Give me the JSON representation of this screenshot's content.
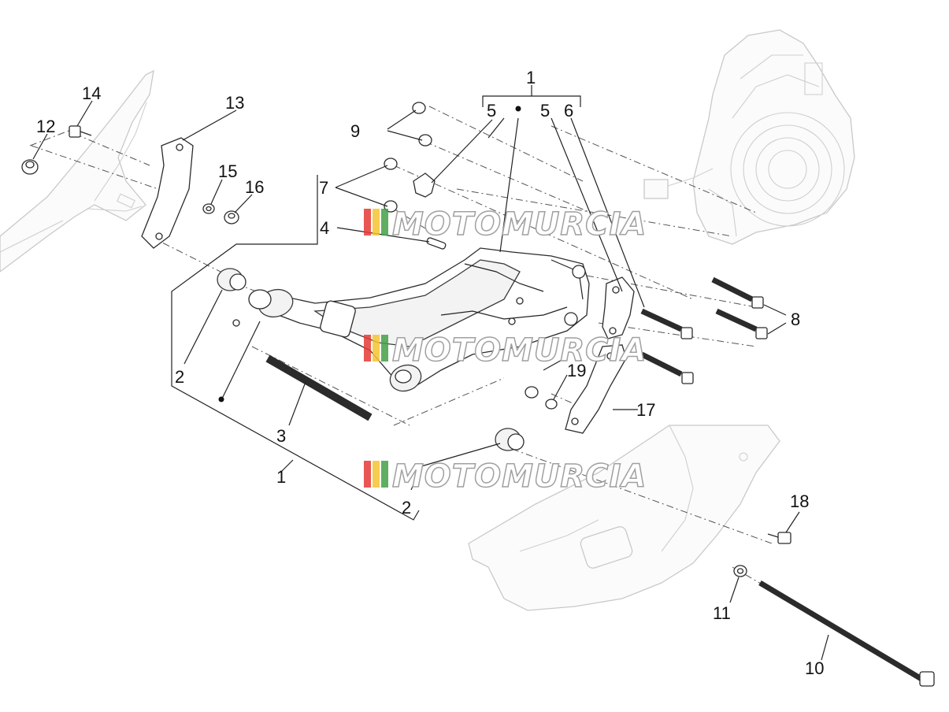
{
  "diagram": {
    "callouts": {
      "c1_top": "1",
      "c5_left": "5",
      "c5_right": "5",
      "c6": "6",
      "c9": "9",
      "c7": "7",
      "c4": "4",
      "c12": "12",
      "c14": "14",
      "c13": "13",
      "c15": "15",
      "c16": "16",
      "c2_left": "2",
      "c3": "3",
      "c1_bottom": "1",
      "c2_bottom": "2",
      "c8": "8",
      "c19": "19",
      "c17": "17",
      "c18": "18",
      "c11": "11",
      "c10": "10"
    },
    "watermark": {
      "text": "MOTOMURCIA",
      "stripe_colors": [
        "#e53935",
        "#f4c430",
        "#43a047"
      ]
    }
  }
}
